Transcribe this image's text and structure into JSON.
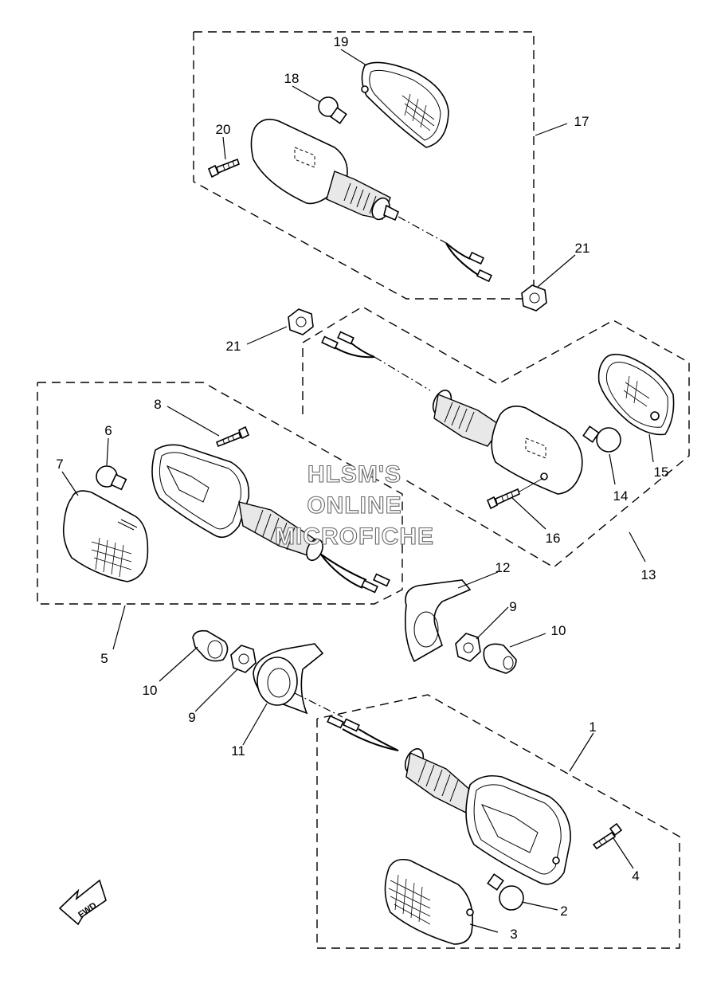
{
  "callouts": {
    "c1": "1",
    "c2": "2",
    "c3": "3",
    "c4": "4",
    "c5": "5",
    "c6": "6",
    "c7": "7",
    "c8": "8",
    "c9a": "9",
    "c9b": "9",
    "c10a": "10",
    "c10b": "10",
    "c11": "11",
    "c12": "12",
    "c13": "13",
    "c14": "14",
    "c15": "15",
    "c16": "16",
    "c17": "17",
    "c18": "18",
    "c19": "19",
    "c20": "20",
    "c21a": "21",
    "c21b": "21"
  },
  "watermark": {
    "line1": "HLSM'S",
    "line2": "ONLINE",
    "line3": "MICROFICHE"
  },
  "direction_badge": {
    "label": "FWD"
  }
}
